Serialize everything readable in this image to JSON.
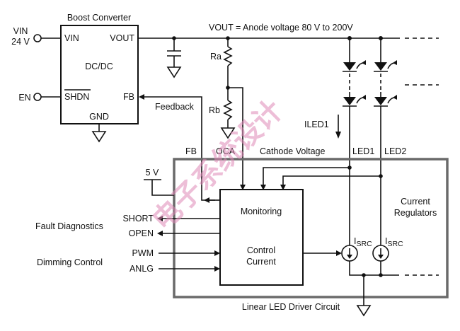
{
  "diagram": {
    "title_vout": "VOUT = Anode voltage 80 V to 200V",
    "boost": {
      "title": "Boost Converter",
      "core": "DC/DC",
      "pins": {
        "vin": "VIN",
        "vout": "VOUT",
        "shdn": "SHDN",
        "fb": "FB",
        "gnd": "GND"
      }
    },
    "inputs": {
      "vin_label": "VIN",
      "vin_value": "24 V",
      "en_label": "EN"
    },
    "feedback_label": "Feedback",
    "resistors": {
      "ra": "Ra",
      "rb": "Rb"
    },
    "current_label": "ILED1",
    "driver": {
      "title": "Linear LED Driver Circuit",
      "pins": {
        "fb": "FB",
        "oca": "OCA",
        "cathode": "Cathode Voltage",
        "led1": "LED1",
        "led2": "LED2"
      },
      "supply": "5 V",
      "monitoring": "Monitoring",
      "control_line1": "Control",
      "control_line2": "Current",
      "regulators_line1": "Current",
      "regulators_line2": "Regulators",
      "isrc_main": "I",
      "isrc_sub": "SRC",
      "signals": {
        "short": "SHORT",
        "open": "OPEN",
        "pwm": "PWM",
        "anlg": "ANLG"
      },
      "groups": {
        "fault": "Fault Diagnostics",
        "dimming": "Dimming Control"
      }
    },
    "watermark": "电子系统设计"
  }
}
